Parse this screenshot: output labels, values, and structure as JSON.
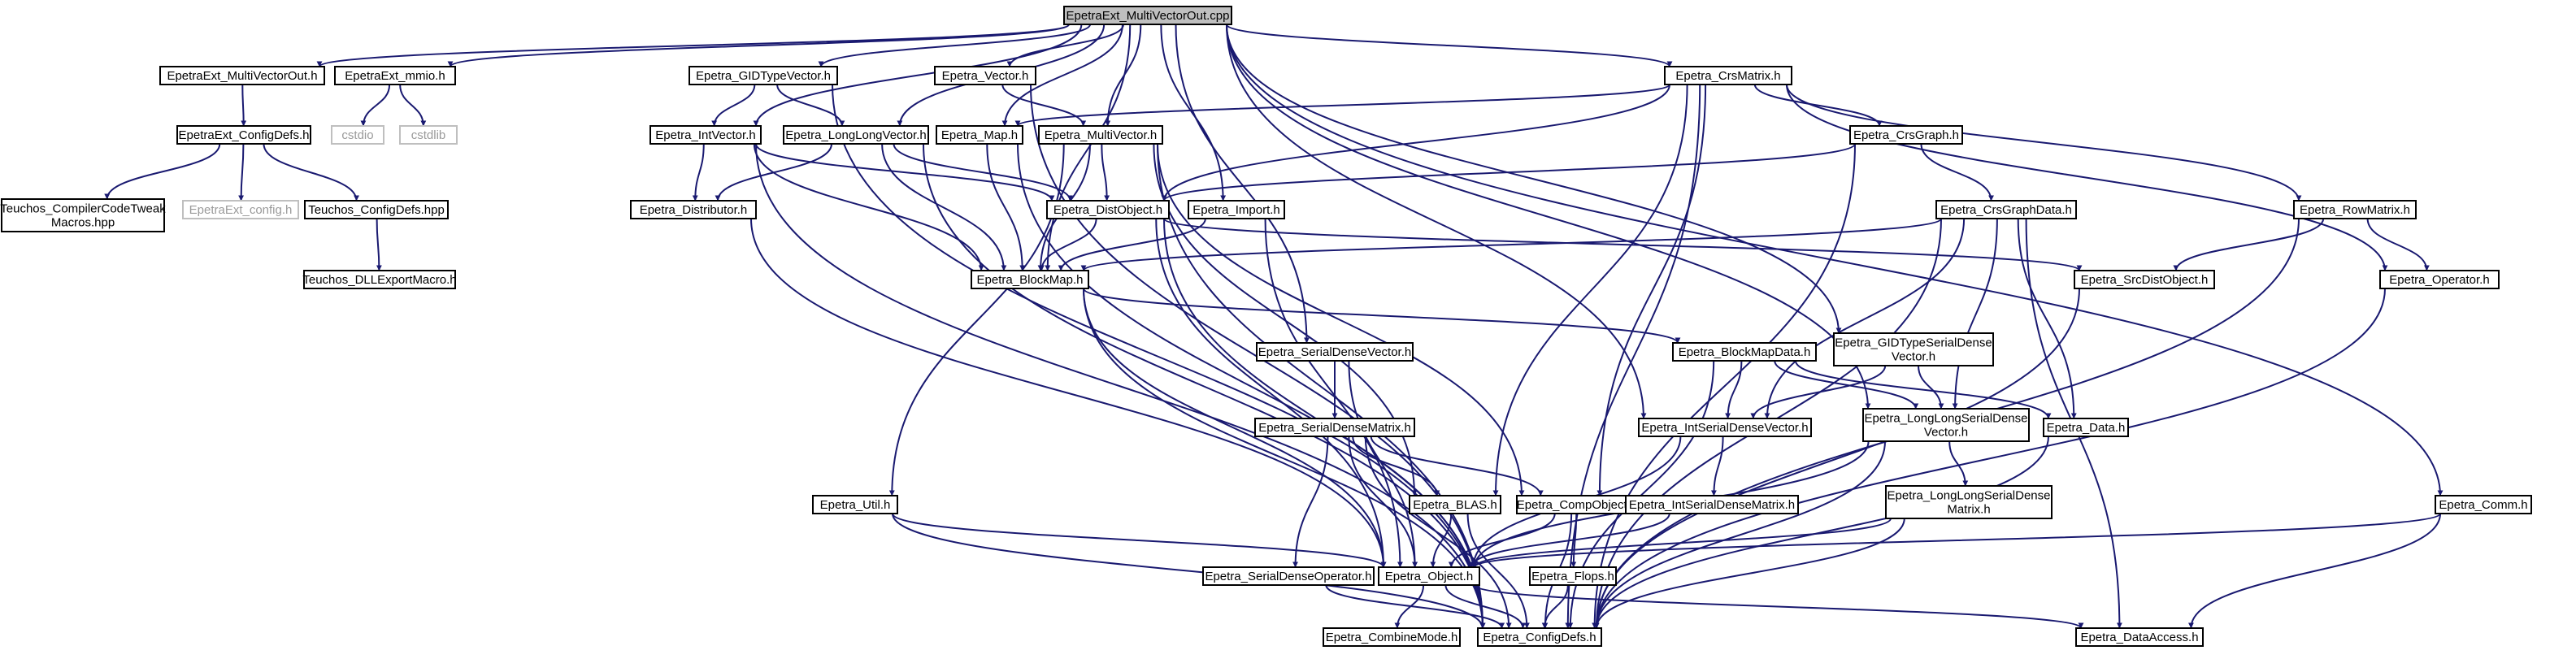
{
  "graph": {
    "root": "EpetraExt_MultiVectorOut.cpp",
    "nodes": [
      {
        "id": "root",
        "lines": [
          "EpetraExt_MultiVectorOut.cpp"
        ],
        "kind": "root"
      },
      {
        "id": "mvout_h",
        "lines": [
          "EpetraExt_MultiVectorOut.h"
        ]
      },
      {
        "id": "mmio_h",
        "lines": [
          "EpetraExt_mmio.h"
        ]
      },
      {
        "id": "gidtypevector_h",
        "lines": [
          "Epetra_GIDTypeVector.h"
        ]
      },
      {
        "id": "vector_h",
        "lines": [
          "Epetra_Vector.h"
        ]
      },
      {
        "id": "crsmatrix_h",
        "lines": [
          "Epetra_CrsMatrix.h"
        ]
      },
      {
        "id": "cstdio",
        "lines": [
          "cstdio"
        ],
        "kind": "ext"
      },
      {
        "id": "cstdlib",
        "lines": [
          "cstdlib"
        ],
        "kind": "ext"
      },
      {
        "id": "ext_configdefs_h",
        "lines": [
          "EpetraExt_ConfigDefs.h"
        ]
      },
      {
        "id": "intvector_h",
        "lines": [
          "Epetra_IntVector.h"
        ]
      },
      {
        "id": "longlongvector_h",
        "lines": [
          "Epetra_LongLongVector.h"
        ]
      },
      {
        "id": "map_h",
        "lines": [
          "Epetra_Map.h"
        ]
      },
      {
        "id": "multivector_h",
        "lines": [
          "Epetra_MultiVector.h"
        ]
      },
      {
        "id": "crsgraph_h",
        "lines": [
          "Epetra_CrsGraph.h"
        ]
      },
      {
        "id": "teuchos_cctm",
        "lines": [
          "Teuchos_CompilerCodeTweak",
          "Macros.hpp"
        ]
      },
      {
        "id": "ext_config_h",
        "lines": [
          "EpetraExt_config.h"
        ],
        "kind": "ext"
      },
      {
        "id": "teuchos_configdefs",
        "lines": [
          "Teuchos_ConfigDefs.hpp"
        ]
      },
      {
        "id": "distributor_h",
        "lines": [
          "Epetra_Distributor.h"
        ]
      },
      {
        "id": "distobject_h",
        "lines": [
          "Epetra_DistObject.h"
        ]
      },
      {
        "id": "import_h",
        "lines": [
          "Epetra_Import.h"
        ]
      },
      {
        "id": "crsgraphdata_h",
        "lines": [
          "Epetra_CrsGraphData.h"
        ]
      },
      {
        "id": "rowmatrix_h",
        "lines": [
          "Epetra_RowMatrix.h"
        ]
      },
      {
        "id": "teuchos_dll",
        "lines": [
          "Teuchos_DLLExportMacro.h"
        ]
      },
      {
        "id": "blockmap_h",
        "lines": [
          "Epetra_BlockMap.h"
        ]
      },
      {
        "id": "srcdistobject_h",
        "lines": [
          "Epetra_SrcDistObject.h"
        ]
      },
      {
        "id": "operator_h",
        "lines": [
          "Epetra_Operator.h"
        ]
      },
      {
        "id": "serialdensevector_h",
        "lines": [
          "Epetra_SerialDenseVector.h"
        ]
      },
      {
        "id": "blockmapdata_h",
        "lines": [
          "Epetra_BlockMapData.h"
        ]
      },
      {
        "id": "gidtypeserialdense_h",
        "lines": [
          "Epetra_GIDTypeSerialDense",
          "Vector.h"
        ]
      },
      {
        "id": "serialdensematrix_h",
        "lines": [
          "Epetra_SerialDenseMatrix.h"
        ]
      },
      {
        "id": "intserialdensevector_h",
        "lines": [
          "Epetra_IntSerialDenseVector.h"
        ]
      },
      {
        "id": "llserialdensevector_h",
        "lines": [
          "Epetra_LongLongSerialDense",
          "Vector.h"
        ]
      },
      {
        "id": "data_h",
        "lines": [
          "Epetra_Data.h"
        ]
      },
      {
        "id": "util_h",
        "lines": [
          "Epetra_Util.h"
        ]
      },
      {
        "id": "blas_h",
        "lines": [
          "Epetra_BLAS.h"
        ]
      },
      {
        "id": "compobject_h",
        "lines": [
          "Epetra_CompObject.h"
        ]
      },
      {
        "id": "intserialdensematrix_h",
        "lines": [
          "Epetra_IntSerialDenseMatrix.h"
        ]
      },
      {
        "id": "llserialdensematrix_h",
        "lines": [
          "Epetra_LongLongSerialDense",
          "Matrix.h"
        ]
      },
      {
        "id": "comm_h",
        "lines": [
          "Epetra_Comm.h"
        ]
      },
      {
        "id": "serialdenseoperator_h",
        "lines": [
          "Epetra_SerialDenseOperator.h"
        ]
      },
      {
        "id": "object_h",
        "lines": [
          "Epetra_Object.h"
        ]
      },
      {
        "id": "flops_h",
        "lines": [
          "Epetra_Flops.h"
        ]
      },
      {
        "id": "combinemode_h",
        "lines": [
          "Epetra_CombineMode.h"
        ]
      },
      {
        "id": "configdefs_h",
        "lines": [
          "Epetra_ConfigDefs.h"
        ]
      },
      {
        "id": "dataaccess_h",
        "lines": [
          "Epetra_DataAccess.h"
        ]
      }
    ],
    "edges": [
      [
        "root",
        "mvout_h"
      ],
      [
        "root",
        "mmio_h"
      ],
      [
        "root",
        "gidtypevector_h"
      ],
      [
        "root",
        "vector_h"
      ],
      [
        "root",
        "crsmatrix_h"
      ],
      [
        "root",
        "blockmap_h"
      ],
      [
        "root",
        "intvector_h"
      ],
      [
        "root",
        "longlongvector_h"
      ],
      [
        "root",
        "map_h"
      ],
      [
        "root",
        "multivector_h"
      ],
      [
        "root",
        "import_h"
      ],
      [
        "root",
        "serialdensevector_h"
      ],
      [
        "root",
        "intserialdensevector_h"
      ],
      [
        "root",
        "llserialdensevector_h"
      ],
      [
        "root",
        "comm_h"
      ],
      [
        "root",
        "gidtypeserialdense_h"
      ],
      [
        "mvout_h",
        "ext_configdefs_h"
      ],
      [
        "mmio_h",
        "cstdio"
      ],
      [
        "mmio_h",
        "cstdlib"
      ],
      [
        "ext_configdefs_h",
        "teuchos_cctm"
      ],
      [
        "ext_configdefs_h",
        "ext_config_h"
      ],
      [
        "ext_configdefs_h",
        "teuchos_configdefs"
      ],
      [
        "teuchos_configdefs",
        "teuchos_dll"
      ],
      [
        "gidtypevector_h",
        "intvector_h"
      ],
      [
        "gidtypevector_h",
        "longlongvector_h"
      ],
      [
        "gidtypevector_h",
        "configdefs_h"
      ],
      [
        "vector_h",
        "multivector_h"
      ],
      [
        "vector_h",
        "configdefs_h"
      ],
      [
        "crsmatrix_h",
        "map_h"
      ],
      [
        "crsmatrix_h",
        "distobject_h"
      ],
      [
        "crsmatrix_h",
        "crsgraph_h"
      ],
      [
        "crsmatrix_h",
        "rowmatrix_h"
      ],
      [
        "crsmatrix_h",
        "operator_h"
      ],
      [
        "crsmatrix_h",
        "blas_h"
      ],
      [
        "crsmatrix_h",
        "compobject_h"
      ],
      [
        "crsmatrix_h",
        "configdefs_h"
      ],
      [
        "intvector_h",
        "distributor_h"
      ],
      [
        "intvector_h",
        "distobject_h"
      ],
      [
        "intvector_h",
        "blockmap_h"
      ],
      [
        "intvector_h",
        "configdefs_h"
      ],
      [
        "longlongvector_h",
        "distributor_h"
      ],
      [
        "longlongvector_h",
        "distobject_h"
      ],
      [
        "longlongvector_h",
        "blockmap_h"
      ],
      [
        "longlongvector_h",
        "configdefs_h"
      ],
      [
        "map_h",
        "blockmap_h"
      ],
      [
        "map_h",
        "configdefs_h"
      ],
      [
        "multivector_h",
        "distobject_h"
      ],
      [
        "multivector_h",
        "blockmap_h"
      ],
      [
        "multivector_h",
        "util_h"
      ],
      [
        "multivector_h",
        "blas_h"
      ],
      [
        "multivector_h",
        "compobject_h"
      ],
      [
        "multivector_h",
        "configdefs_h"
      ],
      [
        "crsgraph_h",
        "distobject_h"
      ],
      [
        "crsgraph_h",
        "crsgraphdata_h"
      ],
      [
        "crsgraph_h",
        "configdefs_h"
      ],
      [
        "distributor_h",
        "object_h"
      ],
      [
        "distobject_h",
        "blockmap_h"
      ],
      [
        "distobject_h",
        "srcdistobject_h"
      ],
      [
        "distobject_h",
        "object_h"
      ],
      [
        "distobject_h",
        "configdefs_h"
      ],
      [
        "import_h",
        "blockmap_h"
      ],
      [
        "import_h",
        "object_h"
      ],
      [
        "crsgraphdata_h",
        "blockmap_h"
      ],
      [
        "crsgraphdata_h",
        "intserialdensevector_h"
      ],
      [
        "crsgraphdata_h",
        "llserialdensevector_h"
      ],
      [
        "crsgraphdata_h",
        "data_h"
      ],
      [
        "crsgraphdata_h",
        "configdefs_h"
      ],
      [
        "crsgraphdata_h",
        "dataaccess_h"
      ],
      [
        "rowmatrix_h",
        "srcdistobject_h"
      ],
      [
        "rowmatrix_h",
        "operator_h"
      ],
      [
        "rowmatrix_h",
        "configdefs_h"
      ],
      [
        "blockmap_h",
        "blockmapdata_h"
      ],
      [
        "blockmap_h",
        "object_h"
      ],
      [
        "blockmap_h",
        "configdefs_h"
      ],
      [
        "srcdistobject_h",
        "configdefs_h"
      ],
      [
        "operator_h",
        "configdefs_h"
      ],
      [
        "serialdensevector_h",
        "serialdensematrix_h"
      ],
      [
        "serialdensevector_h",
        "object_h"
      ],
      [
        "blockmapdata_h",
        "intserialdensevector_h"
      ],
      [
        "blockmapdata_h",
        "llserialdensevector_h"
      ],
      [
        "blockmapdata_h",
        "data_h"
      ],
      [
        "blockmapdata_h",
        "configdefs_h"
      ],
      [
        "gidtypeserialdense_h",
        "intserialdensevector_h"
      ],
      [
        "gidtypeserialdense_h",
        "llserialdensevector_h"
      ],
      [
        "serialdensematrix_h",
        "blas_h"
      ],
      [
        "serialdensematrix_h",
        "compobject_h"
      ],
      [
        "serialdensematrix_h",
        "serialdenseoperator_h"
      ],
      [
        "serialdensematrix_h",
        "object_h"
      ],
      [
        "serialdensematrix_h",
        "configdefs_h"
      ],
      [
        "intserialdensevector_h",
        "intserialdensematrix_h"
      ],
      [
        "intserialdensevector_h",
        "object_h"
      ],
      [
        "llserialdensevector_h",
        "llserialdensematrix_h"
      ],
      [
        "llserialdensevector_h",
        "object_h"
      ],
      [
        "llserialdensevector_h",
        "configdefs_h"
      ],
      [
        "data_h",
        "configdefs_h"
      ],
      [
        "util_h",
        "object_h"
      ],
      [
        "util_h",
        "configdefs_h"
      ],
      [
        "blas_h",
        "object_h"
      ],
      [
        "blas_h",
        "configdefs_h"
      ],
      [
        "compobject_h",
        "object_h"
      ],
      [
        "compobject_h",
        "flops_h"
      ],
      [
        "compobject_h",
        "configdefs_h"
      ],
      [
        "intserialdensematrix_h",
        "object_h"
      ],
      [
        "llserialdensematrix_h",
        "object_h"
      ],
      [
        "llserialdensematrix_h",
        "configdefs_h"
      ],
      [
        "comm_h",
        "object_h"
      ],
      [
        "comm_h",
        "dataaccess_h"
      ],
      [
        "serialdenseoperator_h",
        "configdefs_h"
      ],
      [
        "object_h",
        "combinemode_h"
      ],
      [
        "object_h",
        "configdefs_h"
      ],
      [
        "object_h",
        "dataaccess_h"
      ],
      [
        "flops_h",
        "configdefs_h"
      ]
    ]
  }
}
